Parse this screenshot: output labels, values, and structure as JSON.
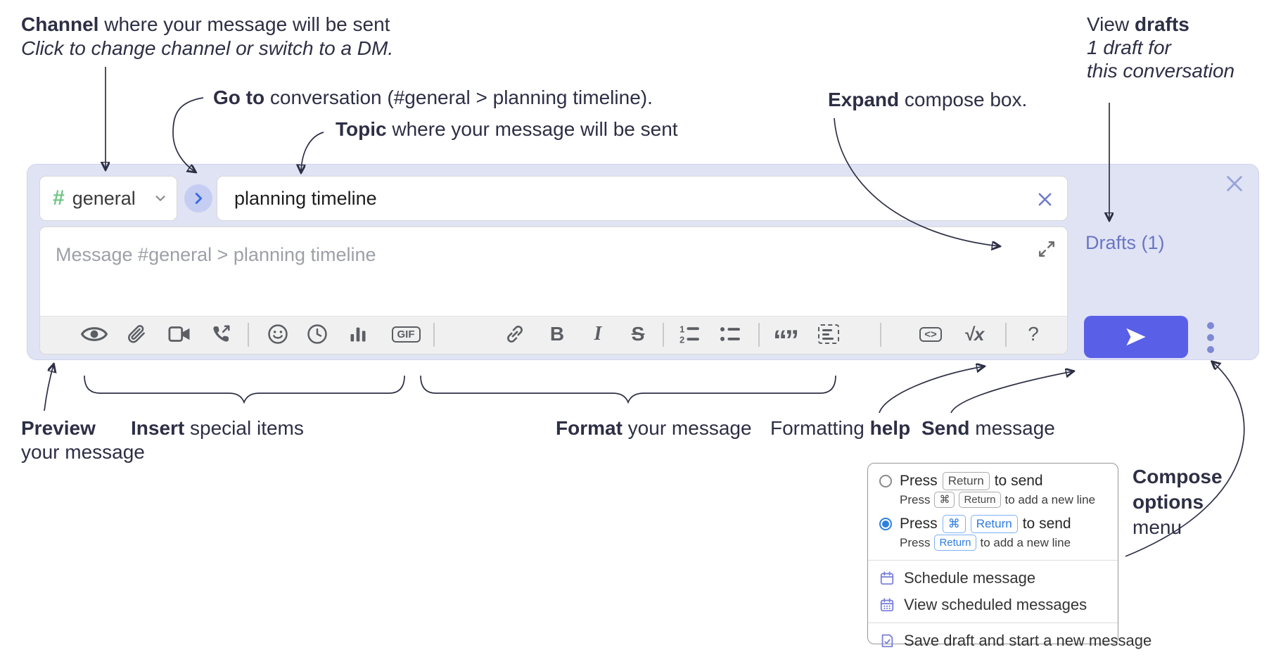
{
  "colors": {
    "compose_bg": "#e0e3f4",
    "send_button": "#5a5fe8",
    "drafts_link": "#6a76c5",
    "channel_hash_green": "#6fc584",
    "goto_circle": "#c5cdf3",
    "goto_chevron_blue": "#3a6ce0",
    "key_blue": "#2d7ce0",
    "annotation_ink": "#2d2f45",
    "toolbar_icon_gray": "#5b5e63",
    "menu_icon_purple": "#7b80d8"
  },
  "annotations": {
    "channel": {
      "bold": "Channel",
      "rest": " where your message will be sent",
      "line2": "Click to change channel or switch to a DM."
    },
    "goto": {
      "bold": "Go to",
      "rest": " conversation (#general > planning timeline)."
    },
    "topic": {
      "bold": "Topic",
      "rest": " where your message will be sent"
    },
    "expand": {
      "bold": "Expand",
      "rest": " compose box."
    },
    "drafts": {
      "pre": "View ",
      "bold": "drafts",
      "line2": "1 draft for",
      "line3": "this conversation"
    },
    "preview": {
      "bold": "Preview",
      "line2": "your message"
    },
    "insert": {
      "bold": "Insert",
      "rest": " special items"
    },
    "format": {
      "bold": "Format",
      "rest": " your message"
    },
    "help": {
      "pre": "Formatting ",
      "bold": "help"
    },
    "send": {
      "bold": "Send",
      "rest": " message"
    },
    "compose_options": {
      "bold1": "Compose",
      "bold2": "options",
      "line3": "menu"
    }
  },
  "compose": {
    "channel": {
      "hash": "#",
      "name": "general"
    },
    "topic_value": "planning timeline",
    "message_placeholder": "Message #general > planning timeline",
    "drafts_link": "Drafts (1)",
    "toolbar_labels": {
      "bold": "B",
      "italic": "I",
      "strike": "S",
      "gif": "GIF",
      "code": "<>",
      "math": "√x",
      "quote": "“”",
      "help": "?"
    },
    "toolbar_icons": [
      "preview-eye-icon",
      "attach-file-icon",
      "video-call-icon",
      "audio-call-icon",
      "emoji-icon",
      "schedule-clock-icon",
      "poll-icon",
      "gif-icon",
      "link-icon",
      "bold-icon",
      "italic-icon",
      "strikethrough-icon",
      "numbered-list-icon",
      "bulleted-list-icon",
      "quote-icon",
      "spoiler-icon",
      "code-icon",
      "math-icon",
      "help-icon"
    ]
  },
  "popup": {
    "option1": {
      "press": "Press",
      "key1": "Return",
      "suffix": "to send",
      "sub_press": "Press",
      "sub_key1": "⌘",
      "sub_key2": "Return",
      "sub_suffix": "to add a new line"
    },
    "option2": {
      "press": "Press",
      "key1": "⌘",
      "key2": "Return",
      "suffix": "to send",
      "sub_press": "Press",
      "sub_key1": "Return",
      "sub_suffix": "to add a new line"
    },
    "items": [
      {
        "icon": "schedule-calendar-icon",
        "label": "Schedule message"
      },
      {
        "icon": "view-scheduled-calendar-icon",
        "label": "View scheduled messages"
      },
      {
        "icon": "save-draft-icon",
        "label": "Save draft and start a new message"
      }
    ]
  }
}
